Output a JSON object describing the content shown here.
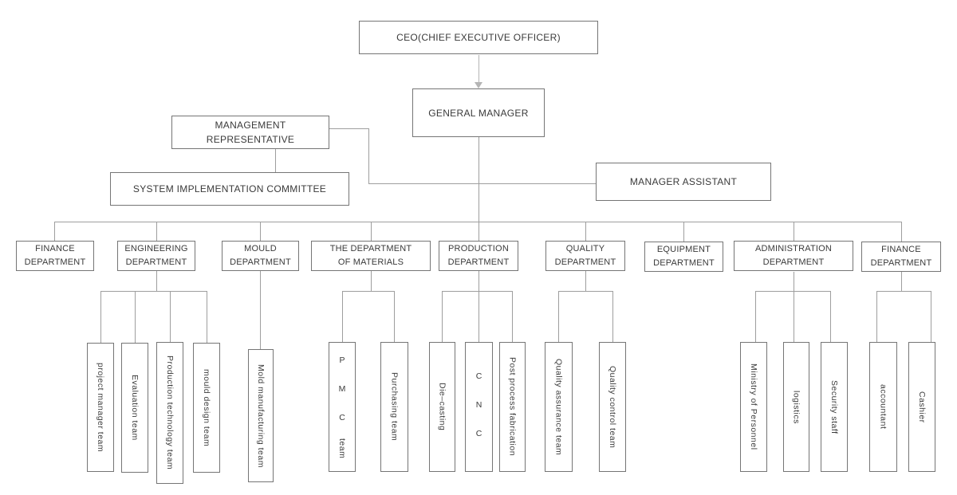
{
  "nodes": {
    "ceo": "CEO(CHIEF EXECUTIVE OFFICER)",
    "general_manager": "GENERAL MANAGER",
    "management_representative": "MANAGEMENT REPRESENTATIVE",
    "system_implementation_committee": "SYSTEM IMPLEMENTATION COMMITTEE",
    "manager_assistant": "MANAGER ASSISTANT"
  },
  "departments": [
    {
      "label": "FINANCE DEPARTMENT",
      "teams": []
    },
    {
      "label": "ENGINEERING DEPARTMENT",
      "teams": [
        "project manager team",
        "Evaluation team",
        "Production technology team",
        "mould design team"
      ]
    },
    {
      "label": "MOULD DEPARTMENT",
      "teams": [
        "Mold manufacturing team"
      ]
    },
    {
      "label": "THE DEPARTMENT OF MATERIALS",
      "teams": [
        {
          "upright": "P M C",
          "sideways": "team"
        },
        "Purchasing team"
      ]
    },
    {
      "label": "PRODUCTION DEPARTMENT",
      "teams": [
        "Die–casting",
        {
          "upright": "C N C"
        },
        "Post process fabrication"
      ]
    },
    {
      "label": "QUALITY DEPARTMENT",
      "teams": [
        "Quality assurance team",
        "Quality control team"
      ]
    },
    {
      "label": "EQUIPMENT DEPARTMENT",
      "teams": []
    },
    {
      "label": "ADMINISTRATION DEPARTMENT",
      "teams": [
        "Ministry of Personnel",
        "logistics",
        "Security staff"
      ]
    },
    {
      "label": "FINANCE DEPARTMENT",
      "teams": [
        "accountant",
        "Cashier"
      ]
    }
  ],
  "colors": {
    "connector_line": "#9e9e9e",
    "box_border": "#757575",
    "text": "#3a3a3a",
    "arrow": "#b5b5b5",
    "background": "#ffffff"
  }
}
